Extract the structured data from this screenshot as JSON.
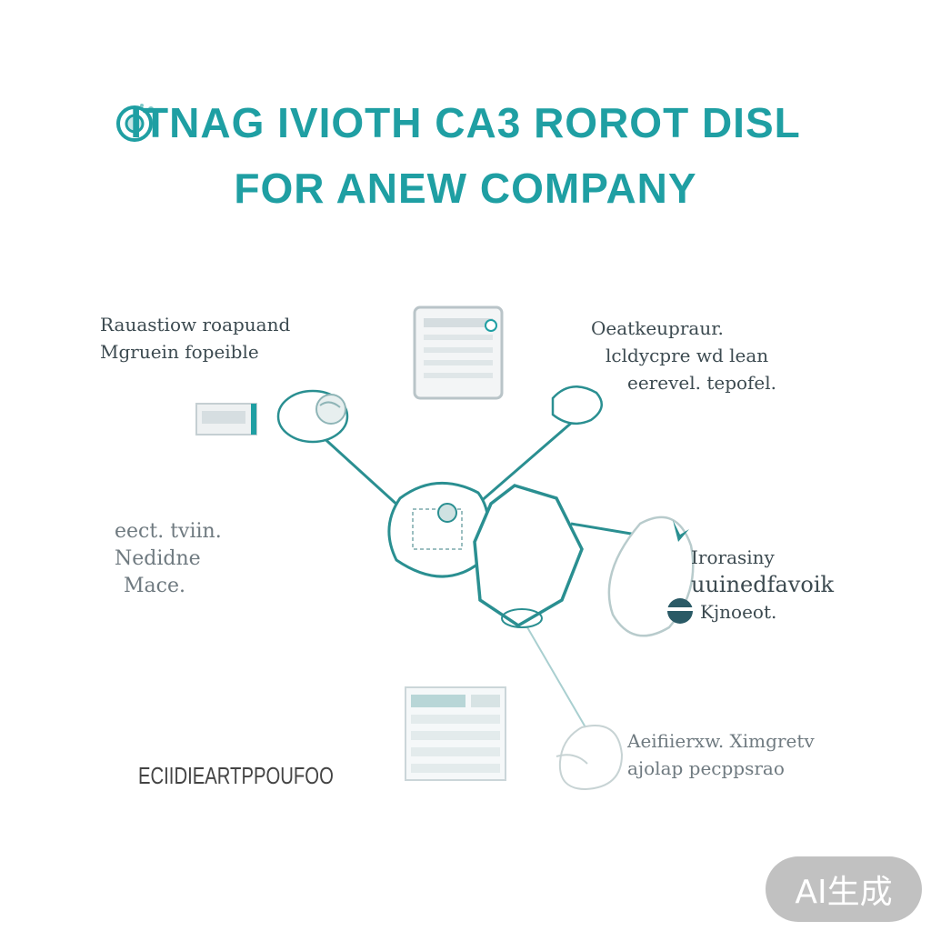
{
  "title": {
    "line1": "ITNAG IVIOTH CA3  ROROT DISL",
    "line2": "FOR  ANEW COMPANY"
  },
  "labels": {
    "top_left": [
      "Rauastiow roapuand",
      "Mgruein fopeible"
    ],
    "top_right": [
      "Oeatkeupraur.",
      "lcldycpre  wd     lean",
      "eerevel. tepofel."
    ],
    "middle_left": [
      "eect. tviin.",
      "Nedidne",
      "Mace."
    ],
    "middle_right": [
      "Irorasiny",
      "uuinedfavoik",
      "Kjnoeot."
    ],
    "bottom_left": "ECIIDIEARTPPOUFOO",
    "bottom_right": [
      "Aeifiierxw. Ximgretv",
      "ajolap pecppsrao"
    ]
  },
  "colors": {
    "accent": "#1f9fa3",
    "connector": "#2a8f91",
    "text": "#6f7a80"
  },
  "watermark": "AI生成"
}
